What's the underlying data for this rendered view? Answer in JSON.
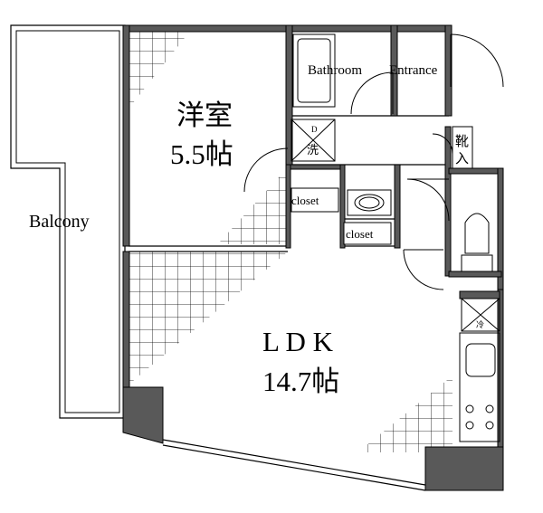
{
  "rooms": {
    "balcony": "Balcony",
    "western_room_name": "洋室",
    "western_room_size": "5.5帖",
    "bathroom": "Bathroom",
    "entrance": "Entrance",
    "shoe_storage_1": "靴",
    "shoe_storage_2": "入",
    "closet_left": "closet",
    "closet_right": "closet",
    "ldk_name": "L D K",
    "ldk_size": "14.7帖",
    "laundry_mark": "洗",
    "drain_mark": "D",
    "fridge_mark": "冷"
  },
  "colors": {
    "wall": "#595959",
    "wall_edge": "#000000",
    "floor_grid": "#000000",
    "background": "#ffffff"
  }
}
